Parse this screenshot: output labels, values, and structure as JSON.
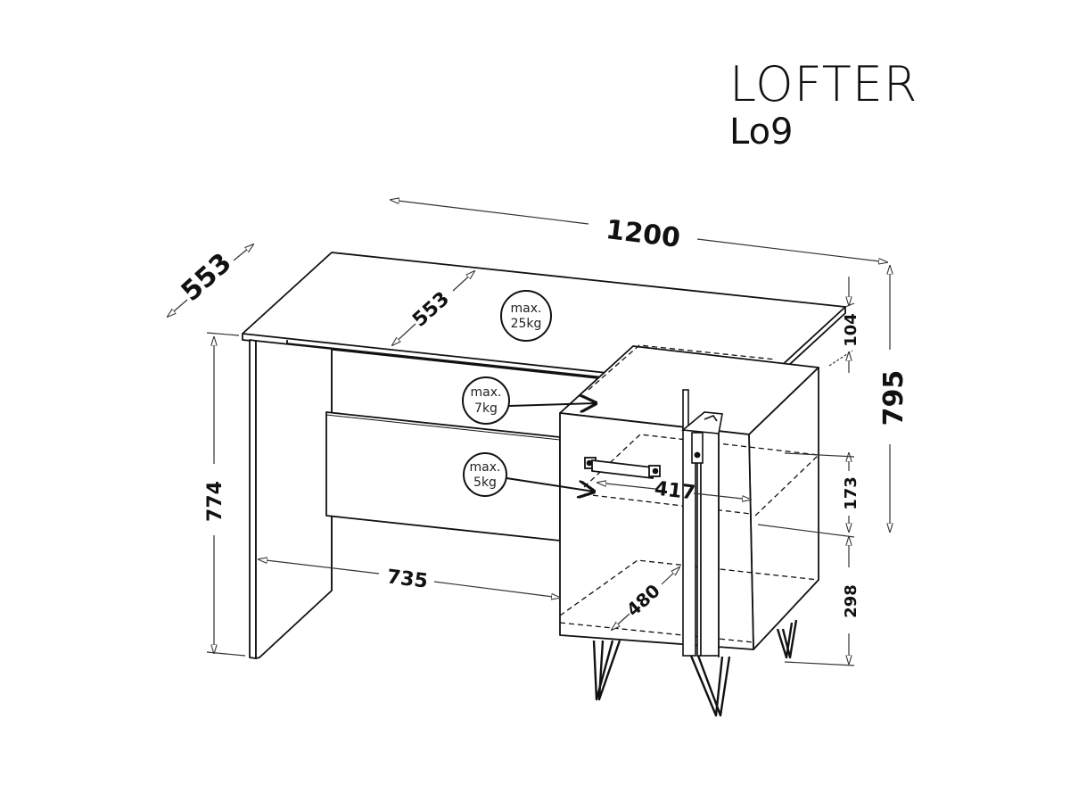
{
  "header": {
    "product_name": "LOFTER",
    "model_code": "Lo9"
  },
  "dimensions": {
    "total_width": "1200",
    "total_depth_outer": "553",
    "top_depth": "553",
    "total_height": "795",
    "desk_height": "774",
    "top_overhang_height": "104",
    "drawer_height": "173",
    "shelf_height": "298",
    "knee_space_width": "735",
    "drawer_width": "417",
    "shelf_depth": "480"
  },
  "load_limits": {
    "top": {
      "line1": "max.",
      "line2": "25kg"
    },
    "drawer": {
      "line1": "max.",
      "line2": "7kg"
    },
    "shelf": {
      "line1": "max.",
      "line2": "5kg"
    }
  },
  "colors": {
    "line": "#111111",
    "background": "#ffffff",
    "dimension_line": "#333333"
  }
}
